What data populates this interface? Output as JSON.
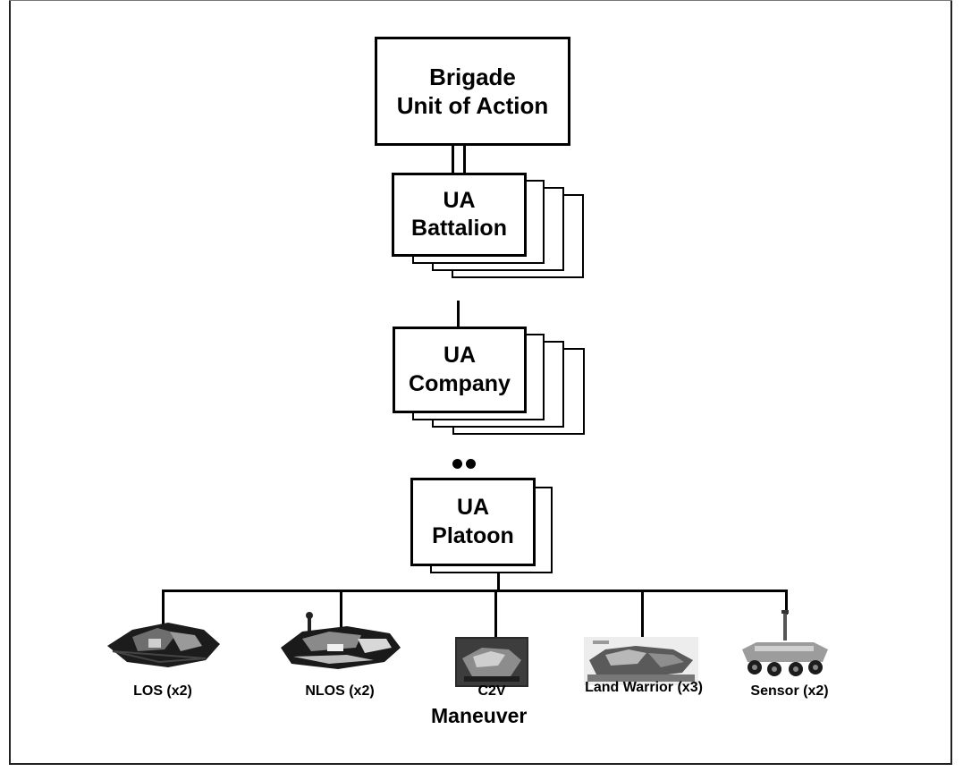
{
  "nodes": {
    "brigade": [
      "Brigade",
      "Unit of Action"
    ],
    "battalion": [
      "UA",
      "Battalion"
    ],
    "company": [
      "UA",
      "Company"
    ],
    "platoon": [
      "UA",
      "Platoon"
    ]
  },
  "vehicles": [
    {
      "label": "LOS (x2)",
      "icon": "los-vehicle-icon"
    },
    {
      "label": "NLOS (x2)",
      "icon": "nlos-vehicle-icon"
    },
    {
      "label": "C2V",
      "icon": "c2v-vehicle-icon"
    },
    {
      "label": "Land Warrior (x3)",
      "icon": "land-warrior-icon"
    },
    {
      "label": "Sensor (x2)",
      "icon": "sensor-vehicle-icon"
    }
  ],
  "group_label": "Maneuver"
}
